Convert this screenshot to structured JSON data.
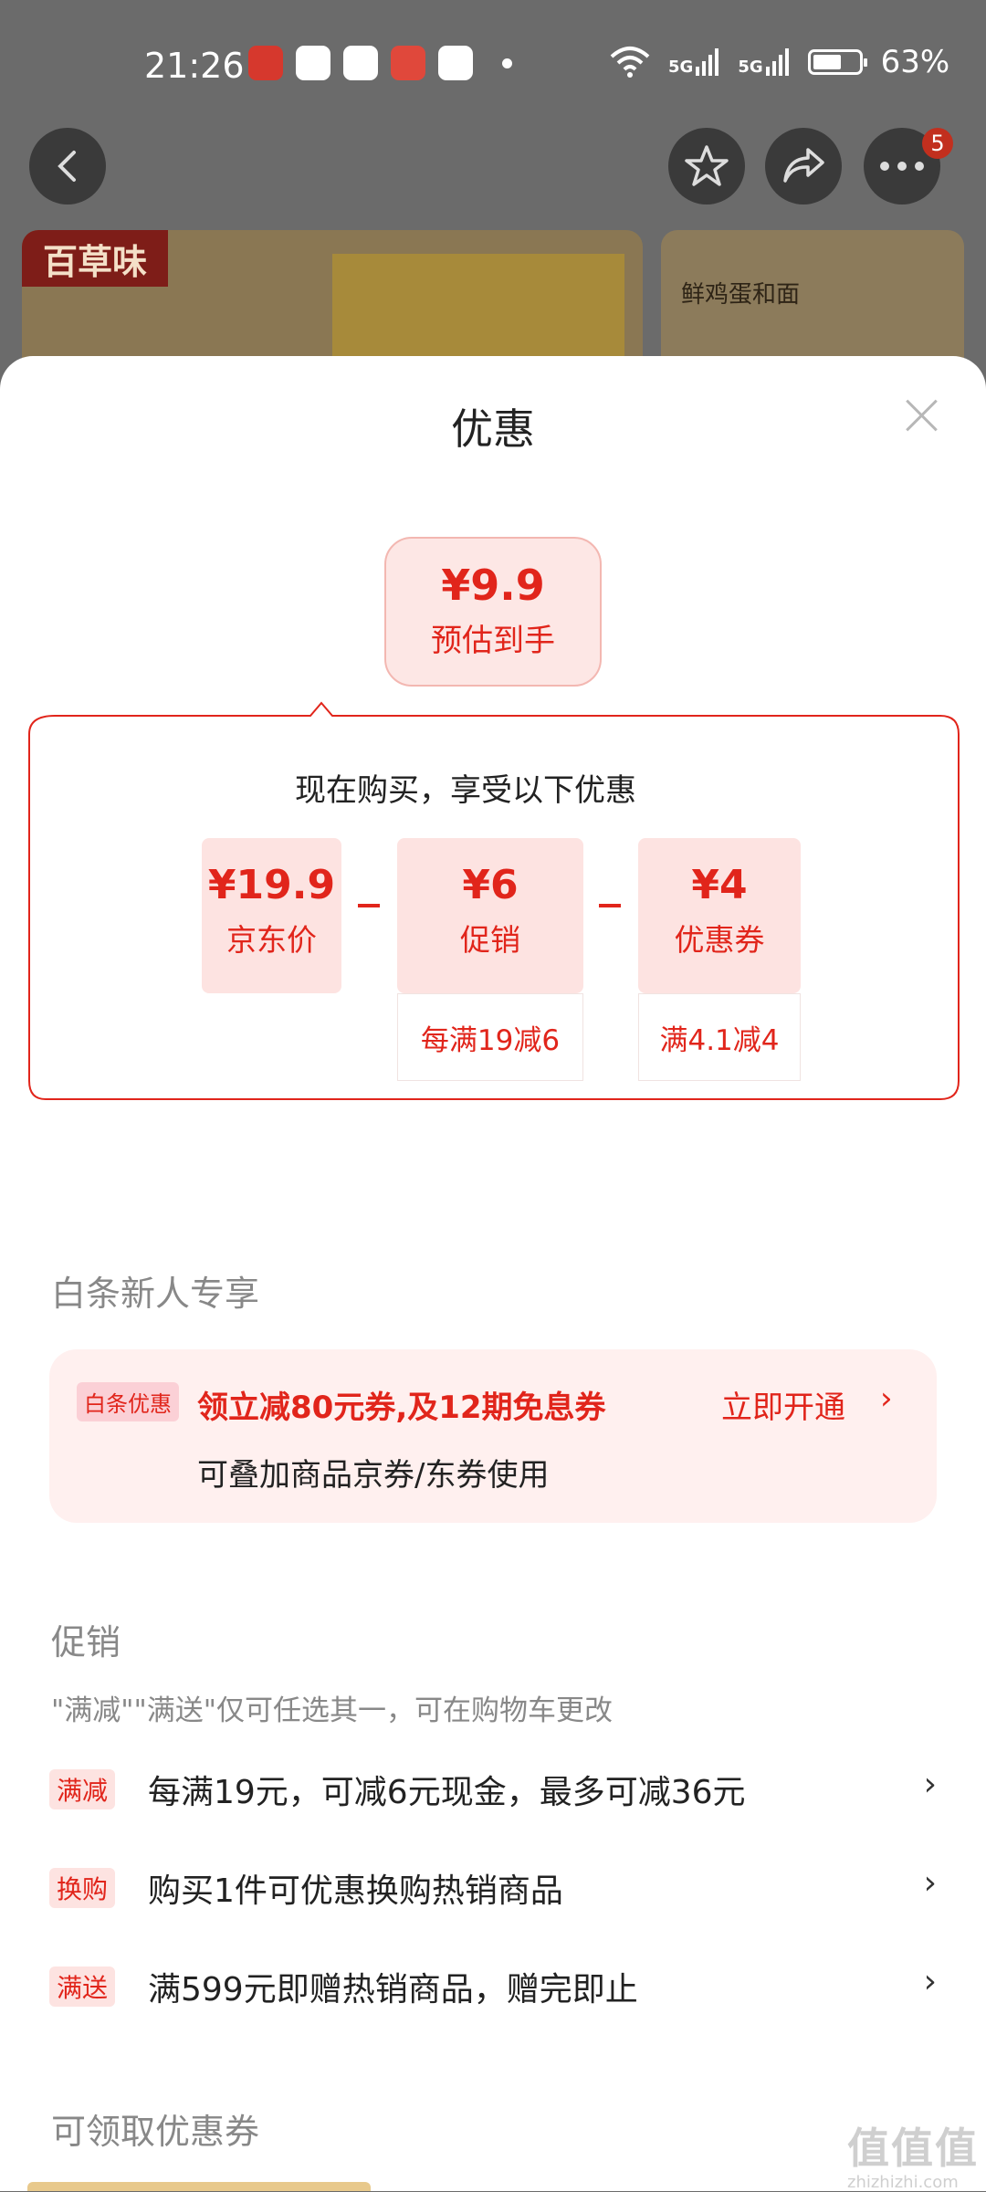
{
  "status_bar": {
    "time": "21:26",
    "signal_1": "5G",
    "signal_2": "5G",
    "battery": "63%",
    "app_icon_colors": [
      "#d6382d",
      "#2aa24c",
      "#3469e0",
      "#e0483b",
      "#2a7cf0"
    ]
  },
  "topbar": {
    "badge_count": "5"
  },
  "product": {
    "brand": "百草味",
    "side_caption": "鲜鸡蛋和面"
  },
  "sheet": {
    "title": "优惠",
    "estimate": {
      "price": "¥9.9",
      "label": "预估到手"
    },
    "calc_title": "现在购买，享受以下优惠",
    "items": [
      {
        "value": "¥19.9",
        "label": "京东价",
        "condition": ""
      },
      {
        "value": "¥6",
        "label": "促销",
        "condition": "每满19减6"
      },
      {
        "value": "¥4",
        "label": "优惠券",
        "condition": "满4.1减4"
      }
    ],
    "baitiao": {
      "section_title": "白条新人专享",
      "tag": "白条优惠",
      "main_text": "领立减80元券,及12期免息券",
      "sub_text": "可叠加商品京券/东券使用",
      "action": "立即开通",
      "arrow": "›"
    },
    "promotion": {
      "section_title": "促销",
      "note": "\"满减\"\"满送\"仅可任选其一，可在购物车更改",
      "rows": [
        {
          "tag": "满减",
          "text": "每满19元，可减6元现金，最多可减36元",
          "arrow": "›"
        },
        {
          "tag": "换购",
          "text": "购买1件可优惠换购热销商品",
          "arrow": "›"
        },
        {
          "tag": "满送",
          "text": "满599元即赠热销商品，赠完即止",
          "arrow": "›"
        }
      ]
    },
    "coupons": {
      "section_title": "可领取优惠券"
    }
  },
  "watermark": {
    "text": "值值值",
    "sub": "zhizhizhi.com"
  },
  "colors": {
    "accent": "#e1251b",
    "accent_light": "#fde3e1"
  }
}
